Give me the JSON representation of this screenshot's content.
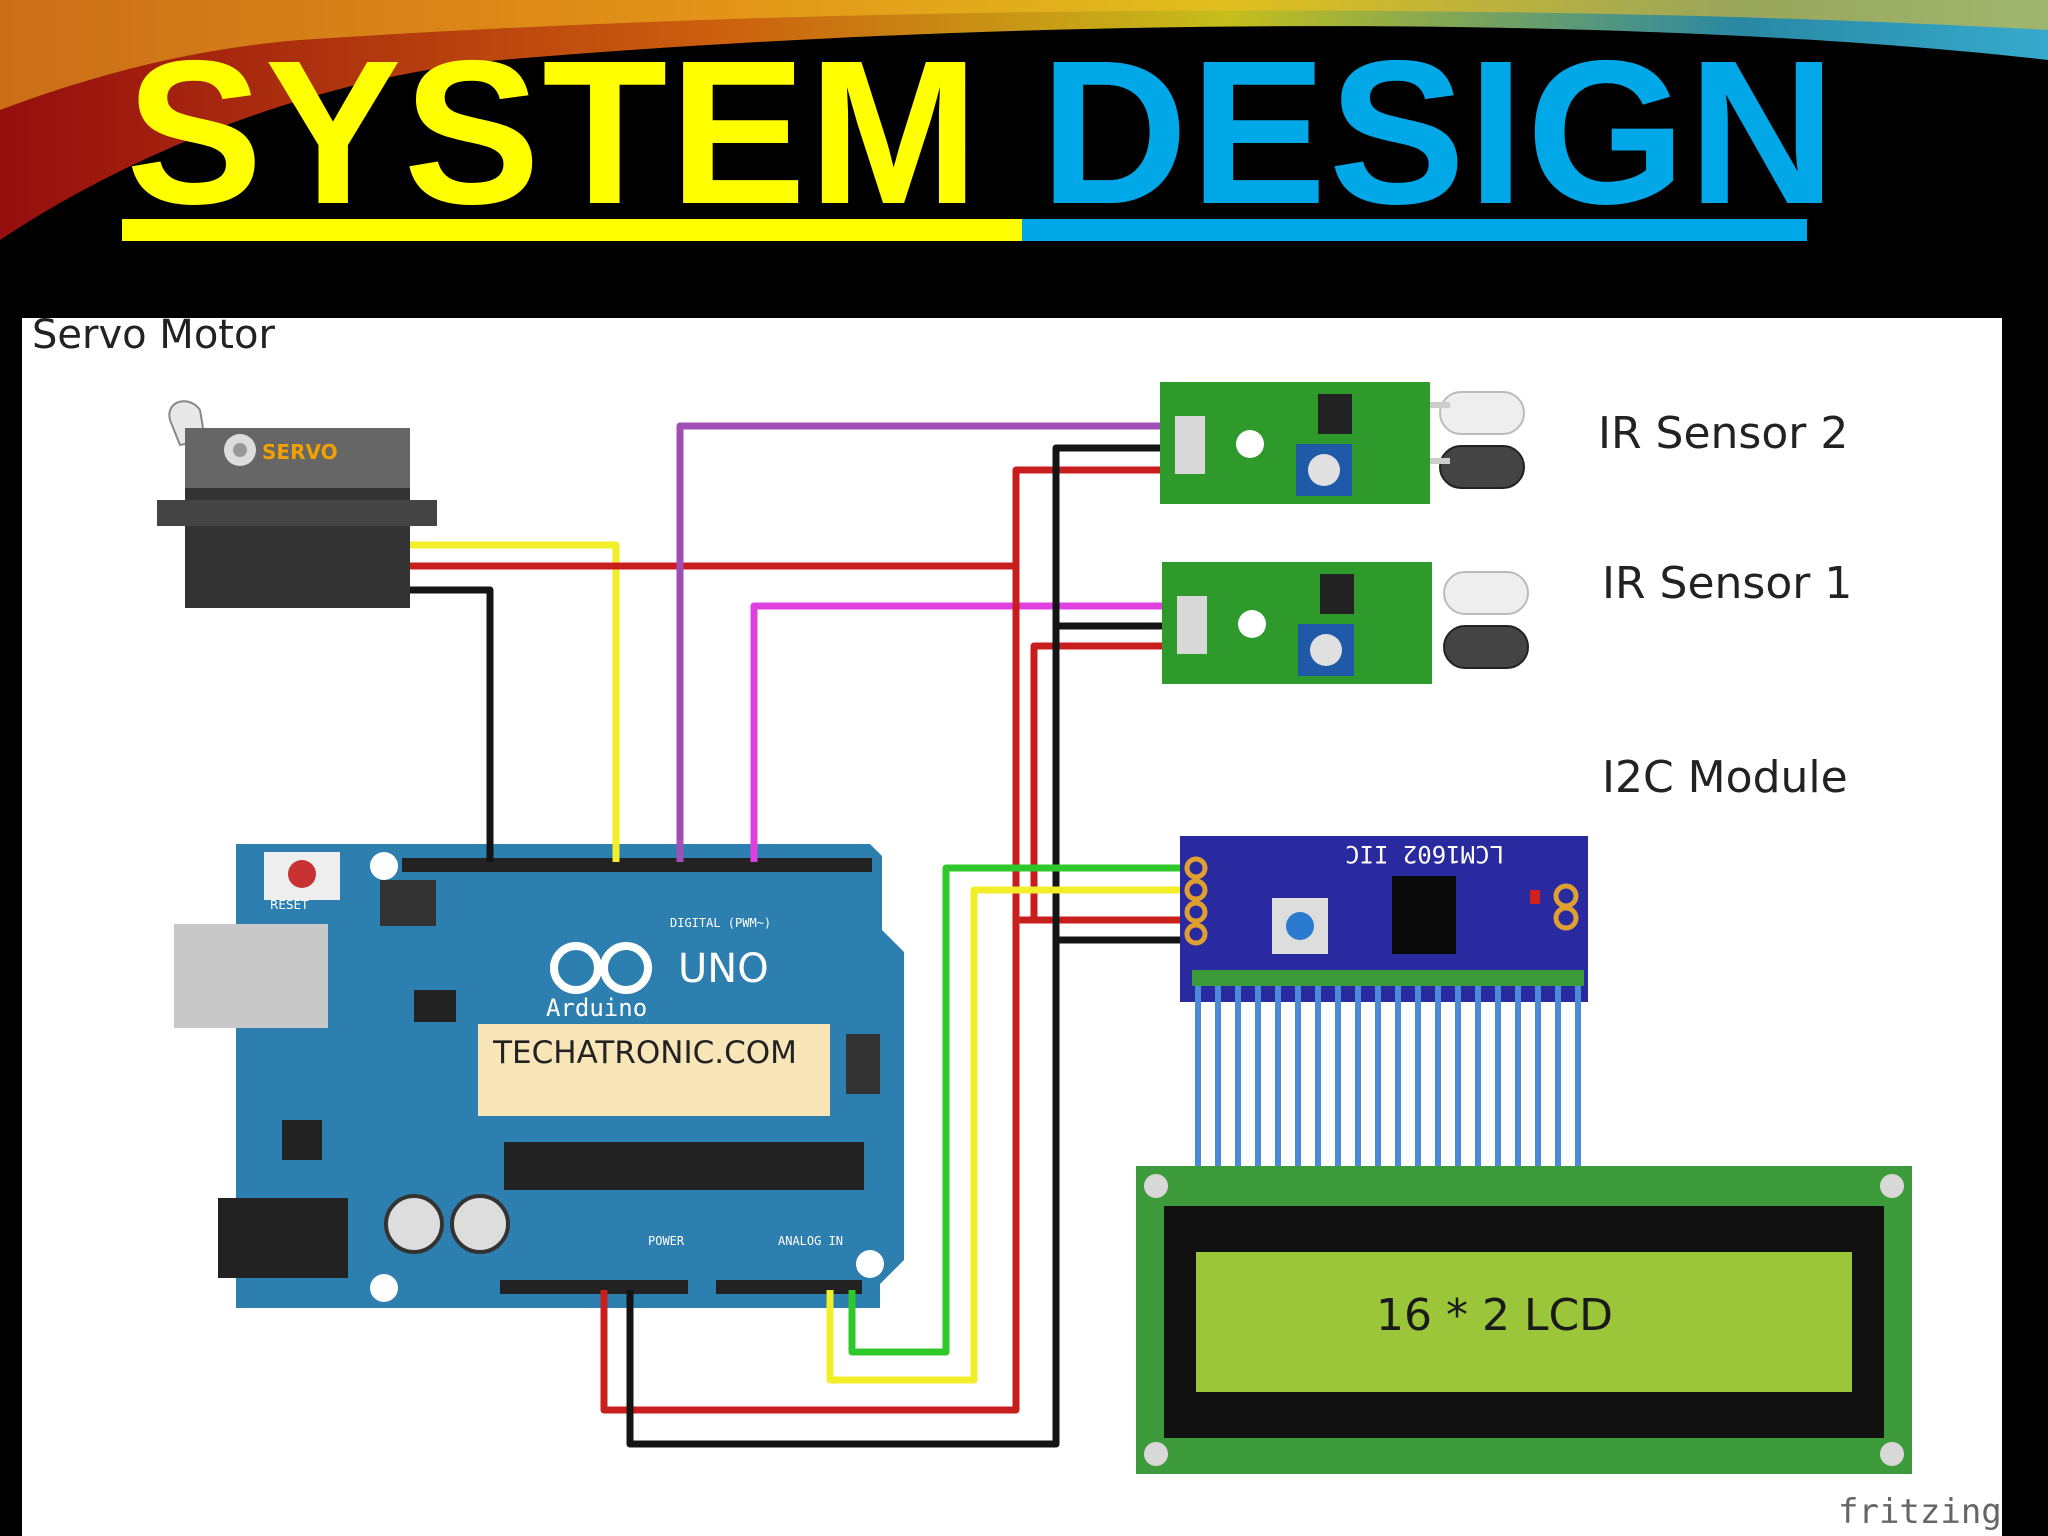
{
  "slide": {
    "title_word_1": "SYSTEM",
    "title_word_2": "DESIGN"
  },
  "diagram": {
    "labels": {
      "servo_motor": "Servo Motor",
      "ir_sensor_2": "IR Sensor 2",
      "ir_sensor_1": "IR Sensor 1",
      "i2c_module": "I2C Module",
      "lcd": "16 * 2 LCD",
      "watermark": "TECHATRONIC.COM",
      "credit": "fritzing"
    },
    "servo": {
      "body_text": "SERVO"
    },
    "arduino": {
      "model": "UNO",
      "brand": "Arduino",
      "reset": "RESET",
      "digital": "DIGITAL (PWM~)",
      "power": "POWER",
      "analog": "ANALOG IN"
    },
    "i2c_board": {
      "model": "LCM1602 IIC"
    }
  },
  "colors": {
    "title_yellow": "#ffff00",
    "title_blue": "#00a8e8",
    "background": "#000000",
    "arduino_board": "#2c7fae",
    "lcd_pcb": "#3c9a3a",
    "lcd_screen": "#9cc63a",
    "i2c_board": "#2a2aa0",
    "wire_red": "#c81e1e",
    "wire_black": "#141414",
    "wire_yellow": "#f2ee28",
    "wire_green": "#2ec82a",
    "wire_purple": "#a050b4",
    "wire_magenta": "#e040e0",
    "wire_blue": "#4a8ad8"
  }
}
